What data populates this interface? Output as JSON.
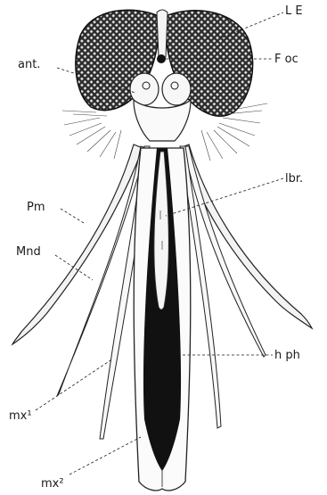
{
  "figure": {
    "subject": "mouthparts of a mosquito (head, dorsal view)",
    "labels": {
      "le": "L E",
      "foc": "F oc",
      "ant": "ant.",
      "lbr": "lbr.",
      "pm": "Pm",
      "mnd": "Mnd",
      "hph": "h ph",
      "mx1": "mx¹",
      "mx2": "mx²"
    }
  }
}
